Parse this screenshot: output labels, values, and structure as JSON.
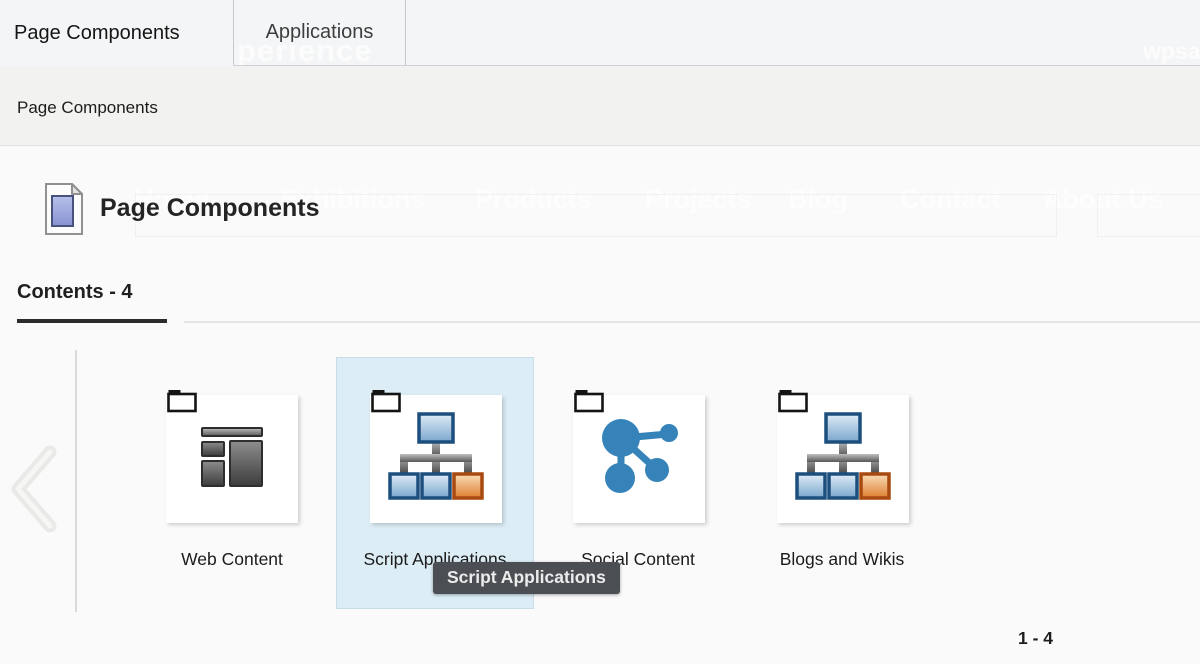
{
  "tabs": [
    {
      "label": "Page Components",
      "active": true
    },
    {
      "label": "Applications",
      "active": false
    }
  ],
  "breadcrumb": {
    "label": "Page Components"
  },
  "ghost_page": {
    "brand": "wpsa",
    "hero": "perience",
    "nav": [
      "Home",
      "Exhibitions",
      "Products",
      "Projects",
      "Blog",
      "Contact",
      "About Us"
    ]
  },
  "header": {
    "title": "Page Components",
    "icon": "document-icon"
  },
  "content_tab": {
    "label": "Contents - 4"
  },
  "items": [
    {
      "label": "Web Content",
      "icon": "web-content-icon",
      "selected": false
    },
    {
      "label": "Script Applications",
      "icon": "script-applications-icon",
      "selected": true
    },
    {
      "label": "Social Content",
      "icon": "social-content-icon",
      "selected": false
    },
    {
      "label": "Blogs and Wikis",
      "icon": "blogs-and-wikis-icon",
      "selected": false
    }
  ],
  "tooltip": {
    "text": "Script Applications"
  },
  "pagination": {
    "label": "1 - 4"
  },
  "palette": {
    "strip_bg": "#f4f5f6",
    "crumb_bg": "#f2f3f0",
    "content_bg": "#fafafa",
    "selection_bg": "#ddedf6",
    "selection_border": "#c6dde9",
    "tooltip_bg": "#4b4f54",
    "accent_blue": "#3583b9",
    "accent_orange": "#dd7f2e"
  }
}
